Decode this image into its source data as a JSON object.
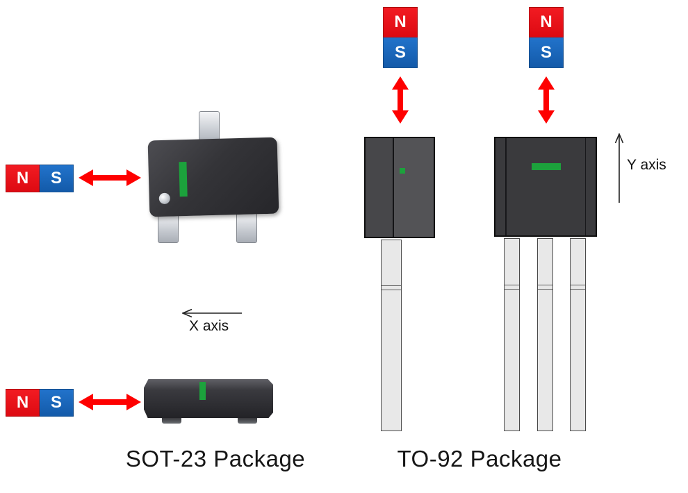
{
  "magnet": {
    "north": "N",
    "south": "S"
  },
  "axes": {
    "x": "X axis",
    "y": "Y axis"
  },
  "captions": {
    "sot23": "SOT-23 Package",
    "to92": "TO-92 Package"
  },
  "colors": {
    "magnet_north_red": "#e01018",
    "magnet_south_blue": "#1863bd",
    "arrow_red": "#fe0000",
    "package_dark": "#37373a",
    "sense_mark_green": "#1ca23c",
    "lead_gray": "#e8e8e8"
  }
}
